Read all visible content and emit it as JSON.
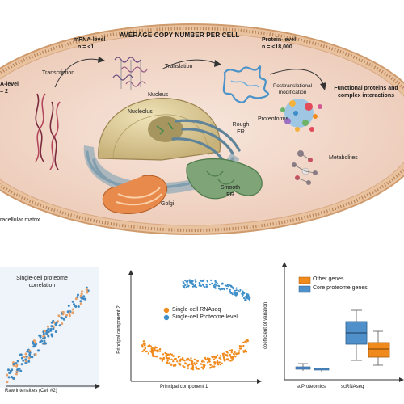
{
  "header": {
    "title": "AVERAGE COPY NUMBER PER CELL"
  },
  "levels": {
    "dna": {
      "name": "A-level",
      "count": "= 2"
    },
    "mrna": {
      "name": "mRNA-level",
      "count": "n = <1"
    },
    "protein": {
      "name": "Protein-level",
      "count": "n = <18,000"
    }
  },
  "process": {
    "transcription": "Transcription",
    "translation": "Translation",
    "ptm": "Posttranslational modification",
    "functional": "Functional proteins and complex interactions"
  },
  "organelles": {
    "nucleus": "Nucleus",
    "nucleolus": "Nucleolus",
    "rough_er": "Rough ER",
    "smooth_er": "Smooth ER",
    "golgi": "Golgi",
    "proteoforms": "Proteoforms",
    "metabolites": "Metabolites",
    "matrix": "racellular matrix"
  },
  "panels": {
    "correlation": {
      "title": "Single-cell proteome correlation",
      "xlabel": "Raw intensities (Cell #2)"
    },
    "pca": {
      "xlabel": "Principal component 1",
      "ylabel": "Principal component 2",
      "legend": [
        {
          "name": "Single-cell RNAseq",
          "color": "#f08a1c"
        },
        {
          "name": "Single-cell Proteome level",
          "color": "#3d8ec9"
        }
      ]
    },
    "boxplot": {
      "ylabel": "coefficient of variation",
      "legend": [
        {
          "name": "Other genes",
          "color": "#f08a1c"
        },
        {
          "name": "Core proteome genes",
          "color": "#4f8fca"
        }
      ],
      "categories": [
        "scProteomics",
        "scRNAseq"
      ]
    }
  },
  "colors": {
    "cell_fill": "#f3ddd3",
    "membrane": "#e0b089",
    "orange": "#f08a1c",
    "blue": "#3d8ec9",
    "er_green": "#6f9a6b",
    "golgi_orange": "#e88a4c",
    "nucleus_tan": "#d7c48f"
  }
}
